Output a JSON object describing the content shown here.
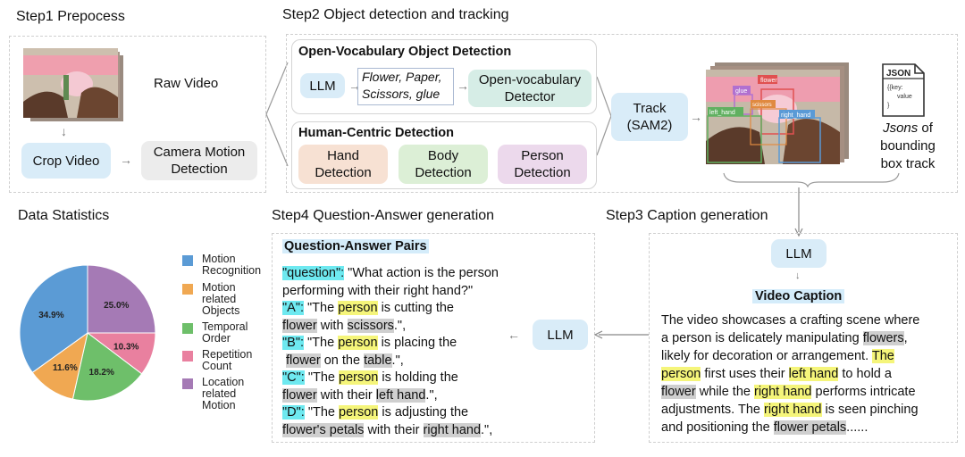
{
  "steps": {
    "step1": "Step1  Prepocess",
    "step2": "Step2  Object detection and tracking",
    "step3": "Step3  Caption generation",
    "step4": "Step4  Question-Answer generation",
    "data_statistics": "Data Statistics"
  },
  "step1": {
    "raw_video": "Raw Video",
    "crop_video": "Crop Video",
    "camera_motion_line1": "Camera Motion",
    "camera_motion_line2": "Detection"
  },
  "step2": {
    "ovod_title": "Open-Vocabulary Object Detection",
    "llm": "LLM",
    "objects_line1": "Flower, Paper,",
    "objects_line2": "Scissors, glue",
    "ov_detector_line1": "Open-vocabulary",
    "ov_detector_line2": "Detector",
    "hcd_title": "Human-Centric Detection",
    "hand_line1": "Hand",
    "hand_line2": "Detection",
    "body_line1": "Body",
    "body_line2": "Detection",
    "person_line1": "Person",
    "person_line2": "Detection",
    "track_line1": "Track",
    "track_line2": "(SAM2)",
    "box_labels": [
      "glue",
      "flower",
      "scissors",
      "left_hand",
      "right_hand"
    ],
    "json_icon_label": "JSON",
    "json_icon_body1": "{{key:",
    "json_icon_body2": "value",
    "json_icon_body3": "}",
    "jsons_word": "Jsons",
    "jsons_of": " of",
    "jsons_line2": "bounding",
    "jsons_line3": "box track"
  },
  "step3": {
    "llm": "LLM",
    "video_caption_title": "Video Caption"
  },
  "step4": {
    "qa_title": "Question-Answer Pairs",
    "llm": "LLM"
  },
  "chart_data": {
    "type": "pie",
    "values": [
      34.9,
      11.6,
      18.2,
      10.3,
      25.0
    ],
    "labels": [
      "34.9%",
      "11.6%",
      "18.2%",
      "10.3%",
      "25.0%"
    ],
    "legend": [
      "Motion Recognition",
      "Motion related Objects",
      "Temporal Order",
      "Repetition Count",
      "Location related Motion"
    ],
    "legend_lines": [
      [
        "Motion",
        "Recognition"
      ],
      [
        "Motion",
        "related",
        "Objects"
      ],
      [
        "Temporal",
        "Order"
      ],
      [
        "Repetition",
        "Count"
      ],
      [
        "Location",
        "related",
        "Motion"
      ]
    ],
    "colors": [
      "#5b9bd5",
      "#f0a852",
      "#6ebf6a",
      "#e9809f",
      "#a57ab5"
    ],
    "legend_placement": "right"
  }
}
